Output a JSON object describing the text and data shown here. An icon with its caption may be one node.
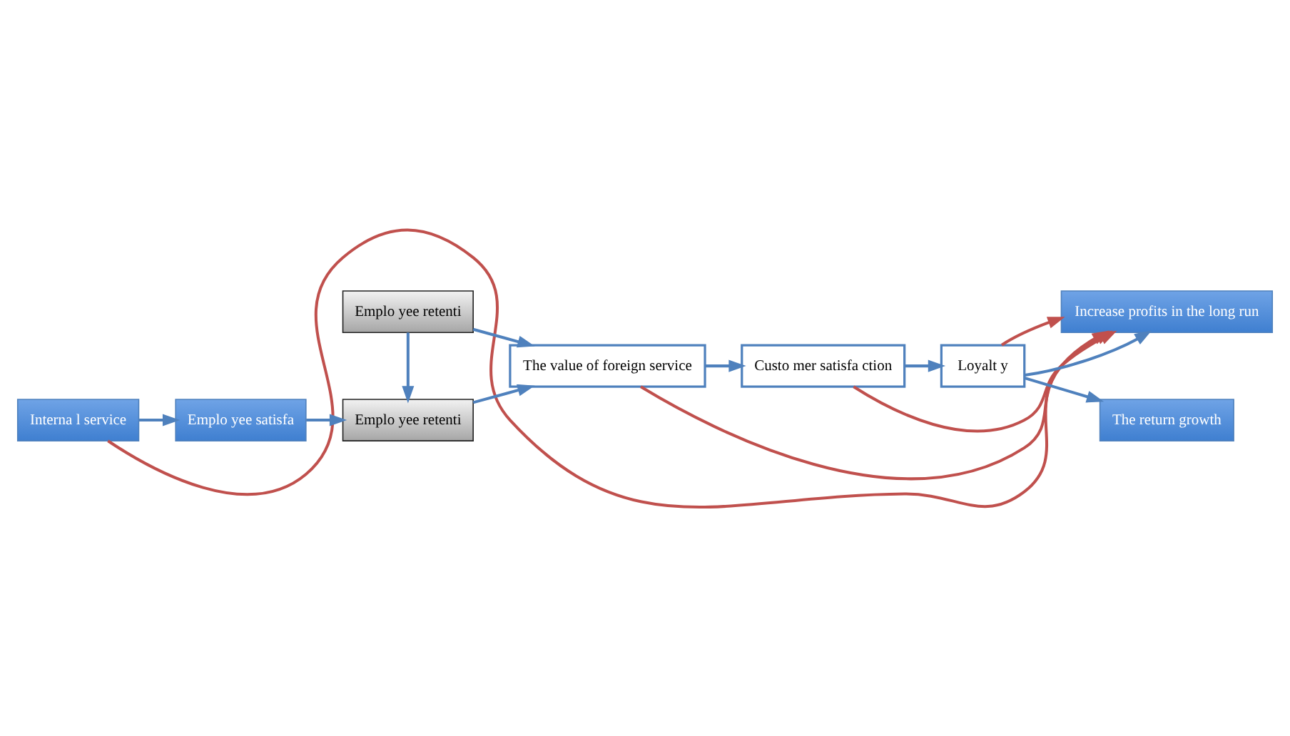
{
  "diagram": {
    "nodes": [
      {
        "text": [
          "Interna l service"
        ]
      },
      {
        "text": [
          "Emplo yee satisfa"
        ]
      },
      {
        "text": [
          "Emplo yee retenti"
        ]
      },
      {
        "text": [
          "Emplo yee retenti"
        ]
      },
      {
        "text": [
          "The value of foreign service"
        ]
      },
      {
        "text": [
          "Custo mer satisfa ction"
        ]
      },
      {
        "text": [
          "Loyalt y"
        ]
      },
      {
        "text": [
          "Increase profits in the long run"
        ]
      },
      {
        "text": [
          "The return growth"
        ]
      }
    ],
    "edges": [
      {
        "from": 0,
        "to": 1,
        "arrow": "to"
      },
      {
        "from": 1,
        "to": 2,
        "arrow": "to"
      },
      {
        "from": 3,
        "to": 2,
        "arrow": "to"
      },
      {
        "from": 2,
        "to": 4,
        "arrow": "to"
      },
      {
        "from": 3,
        "to": 4,
        "arrow": "to"
      },
      {
        "from": 4,
        "to": 5,
        "arrow": "to"
      },
      {
        "from": 5,
        "to": 6,
        "arrow": "to"
      },
      {
        "from": 6,
        "to": 7,
        "arrow": "to"
      },
      {
        "from": 6,
        "to": 8,
        "arrow": "to"
      },
      {
        "from": 0,
        "to": 7,
        "arrow": "to",
        "color": "#c0504d"
      },
      {
        "from": 4,
        "to": 7,
        "arrow": "to",
        "color": "#c0504d"
      },
      {
        "from": 5,
        "to": 7,
        "arrow": "to",
        "color": "#c0504d"
      },
      {
        "from": 6,
        "to": 7,
        "arrow": "to",
        "color": "#c0504d"
      }
    ]
  }
}
